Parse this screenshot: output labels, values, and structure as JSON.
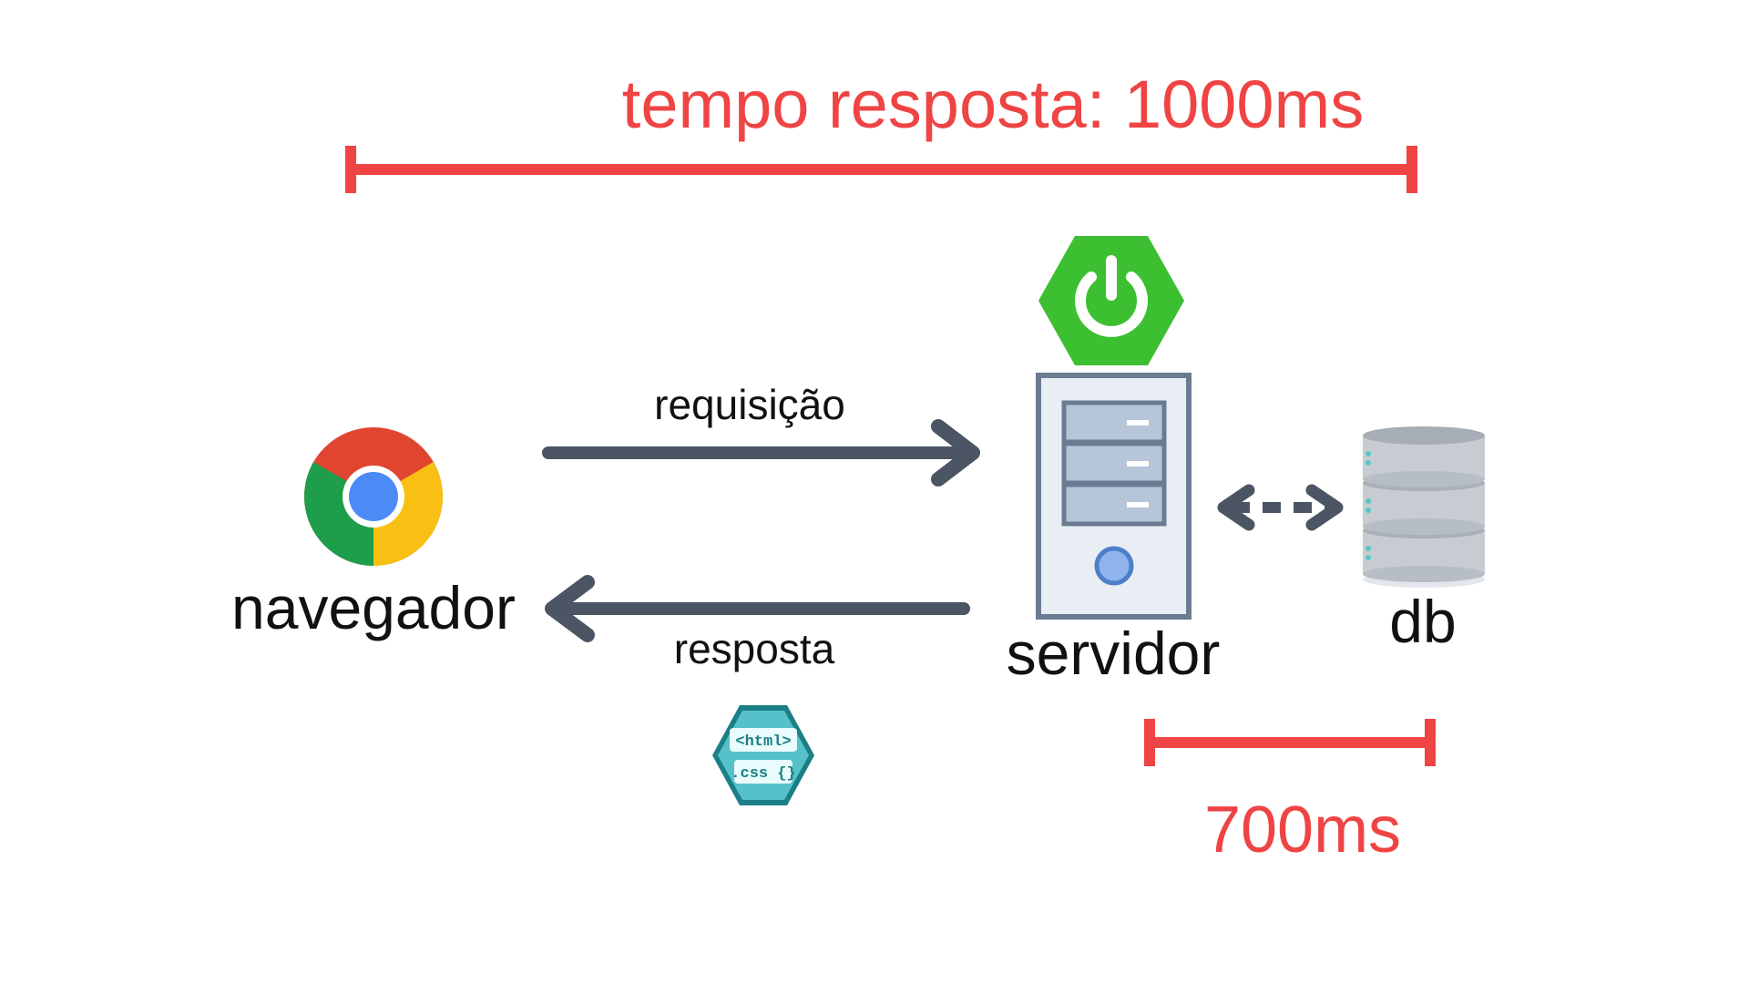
{
  "title": "tempo resposta: 1000ms",
  "labels": {
    "browser": "navegador",
    "request": "requisição",
    "response": "resposta",
    "server": "servidor",
    "database": "db",
    "server_db_time": "700ms"
  },
  "response_badge": {
    "html": "<html>",
    "css": ".css {}"
  },
  "icons": {
    "browser": "chrome-icon",
    "framework": "spring-boot-icon",
    "server": "server-tower-icon",
    "database": "database-icon",
    "response": "html-css-badge-icon"
  },
  "colors": {
    "accent_red": "#ef4444",
    "arrow_gray": "#4b5563",
    "spring_green": "#3dbf32",
    "badge_teal": "#56c1c8",
    "badge_dark": "#1b7f86"
  }
}
